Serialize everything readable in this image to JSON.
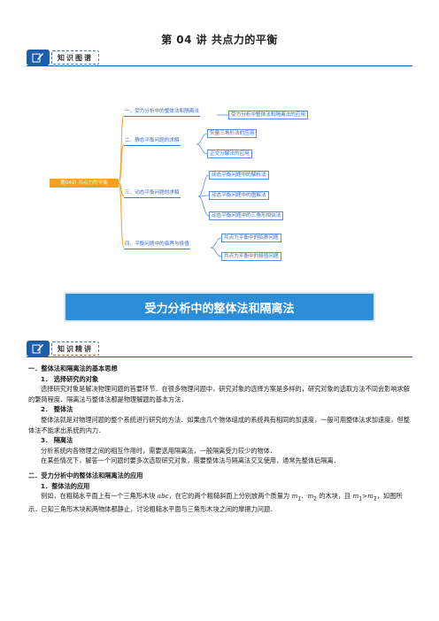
{
  "title": "第 04 讲  共点力的平衡",
  "section1_label": "知识图谱",
  "section2_label": "知识精讲",
  "icon_name": "pencil-icon",
  "mindmap": {
    "root": "第04讲 共点力的平衡",
    "branches": [
      {
        "label": "一、受力分析中的整体法和隔离法",
        "children": [
          "受力分析中整体法和隔离法的应用"
        ]
      },
      {
        "label": "二、静态平衡问题的求解",
        "children": [
          "矢量三角形法的应用",
          "正交分解法的应用"
        ]
      },
      {
        "label": "三、动态平衡问题的求解",
        "children": [
          "动态平衡问题中的解析法",
          "动态平衡问题中的图解法",
          "动态平衡问题中的三角形相似法"
        ]
      },
      {
        "label": "四、平衡问题中的临界与极值",
        "children": [
          "共点力平衡中的临界问题",
          "共点力平衡中的极值问题"
        ]
      }
    ]
  },
  "banner": "受力分析中的整体法和隔离法",
  "content": {
    "h1_1": "一．整体法和隔离法的基本思想",
    "s1_title": "1．  选择研究的对象",
    "s1_text": "选择研究对象是解决物理问题的首要环节．在很多物理问题中，研究对象的选择方案是多样的，研究对象的选取方法不同会影响求解的繁简程度．隔离法与整体法都是物理解题的基本方法．",
    "s2_title": "2．  整体法",
    "s2_text": "整体法就是对物理问题的整个系统进行研究的方法．如果由几个物体组成的系统具有相同的加速度，一般可用整体法求加速度，但整体法不能求出系统的内力．",
    "s3_title": "3．  隔离法",
    "s3_text1": "分析系统内各物理之间的相互作用时，需要选用隔离法，一般隔离受力较少的物体．",
    "s3_text2": "在某些情况下，解答一个问题时要多次选取研究对象，需要整体法与隔离法交叉使用，通常先整体后隔离．",
    "h1_2": "二．受力分析中的整体法和隔离法的应用",
    "s4_title": "1．整体法的应用",
    "s4_text_a": "例如，在粗糙水平面上有一个三角形木块 ",
    "s4_var_abc": "abc",
    "s4_text_b": "，在它的两个粗糙斜面上分别放两个质量为 ",
    "s4_var_m1": "m",
    "s4_sub_1": "1",
    "s4_sep": "、",
    "s4_var_m2": "m",
    "s4_sub_2": "2",
    "s4_text_c": " 的木块，且 ",
    "s4_var_m1b": "m",
    "s4_sub_1b": "1",
    "s4_gt": ">",
    "s4_var_m2b": "m",
    "s4_sub_2b": "2",
    "s4_text_d": "，如图所示．已知三角形木块和两物体都静止，讨论粗糙水平面与三角形木块之间的摩擦力问题．"
  }
}
